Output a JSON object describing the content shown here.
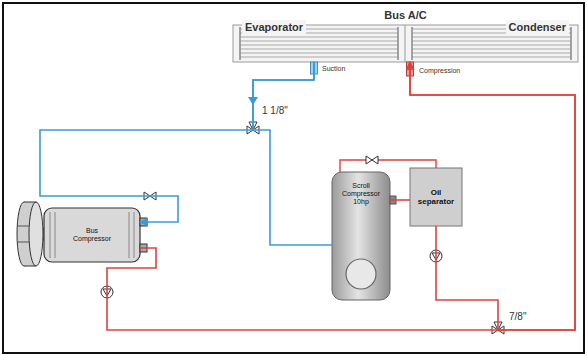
{
  "diagram": {
    "nodes": [
      {
        "text": [
          "Bus A/C"
        ]
      },
      {
        "text": [
          "Evaporator"
        ],
        "in": 0
      },
      {
        "text": [
          "Condenser"
        ],
        "in": 0
      },
      {
        "text": [
          "Bus Compressor"
        ]
      },
      {
        "text": [
          "Scroll Compressor 10hp"
        ]
      },
      {
        "text": [
          "Oil separator"
        ]
      }
    ],
    "edges": [
      {
        "from": 1,
        "to": 3,
        "arrow": "to"
      },
      {
        "from": 1,
        "to": 4,
        "arrow": "none"
      },
      {
        "from": 3,
        "to": 2,
        "arrow": "to"
      },
      {
        "from": 4,
        "to": 5,
        "arrow": "none"
      },
      {
        "from": 5,
        "to": 2,
        "arrow": "to"
      }
    ],
    "labels": [
      "Suction",
      "Compression",
      "1 1/8\"",
      "7/8\""
    ]
  }
}
